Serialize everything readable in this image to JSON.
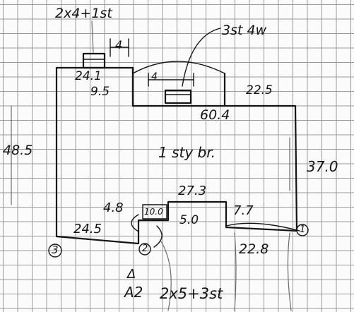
{
  "sketch": {
    "labels": {
      "chimney_note": "2x4+1st",
      "chimney_dim": "4",
      "vent_note": "3st 4w",
      "vent_dim": "4",
      "left_segment": "24.1",
      "left_depth": "9.5",
      "top_right_segment": "22.5",
      "top_total": "60.4",
      "left_side": "48.5",
      "room_label": "1 sty br.",
      "right_side": "37.0",
      "inset_top": "27.3",
      "inset_left_step": "4.8",
      "inset_small": "10.0",
      "inset_inner": "5.0",
      "inset_right_step": "7.7",
      "bottom_left": "24.5",
      "right_bottom": "22.8",
      "corner_1": "1",
      "corner_2": "2",
      "corner_3": "3",
      "delta_symbol": "Δ",
      "delta_code": "A2",
      "bottom_note": "2x5+3st"
    },
    "colors": {
      "ink": "#141414",
      "grid": "#9a9a9a",
      "paper": "#fbfbfb"
    }
  }
}
